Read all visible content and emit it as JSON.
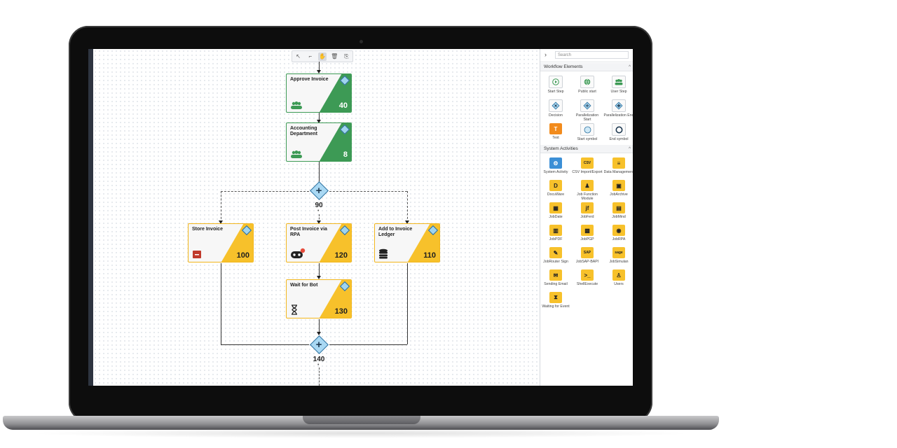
{
  "toolbar": {
    "tools": [
      "select-tool",
      "connect-tool",
      "pan-tool",
      "delete-tool",
      "export-tool"
    ]
  },
  "workflow": {
    "approve": {
      "title": "Approve Invoice",
      "number": "40"
    },
    "accounting": {
      "title": "Accounting Department",
      "number": "8"
    },
    "parallel_start": {
      "label": "90"
    },
    "store": {
      "title": "Store Invoice",
      "number": "100"
    },
    "rpa": {
      "title": "Post Invoice via RPA",
      "number": "120"
    },
    "ledger": {
      "title": "Add to Invoice Ledger",
      "number": "110"
    },
    "wait": {
      "title": "Wait for Bot",
      "number": "130"
    },
    "parallel_end": {
      "label": "140"
    }
  },
  "panel": {
    "search_placeholder": "Search",
    "workflow_elements_title": "Workflow Elements",
    "system_activities_title": "System Activities",
    "workflow_elements": [
      {
        "label": "Start Step",
        "icon": "play-icon"
      },
      {
        "label": "Public start",
        "icon": "globe-icon"
      },
      {
        "label": "User Step",
        "icon": "users-icon"
      },
      {
        "label": "Decision",
        "icon": "decision-icon"
      },
      {
        "label": "Parallelization Start",
        "icon": "parallel-start-icon"
      },
      {
        "label": "Parallelization End",
        "icon": "parallel-end-icon"
      },
      {
        "label": "Text",
        "icon": "text-icon"
      },
      {
        "label": "Start symbol",
        "icon": "start-circle-icon"
      },
      {
        "label": "End symbol",
        "icon": "end-circle-icon"
      }
    ],
    "system_activities": [
      {
        "label": "System Activity",
        "glyph": "⚙"
      },
      {
        "label": "CSV Import/Export",
        "glyph": "CSV"
      },
      {
        "label": "Data Management",
        "glyph": "≡"
      },
      {
        "label": "DocuWare",
        "glyph": "D"
      },
      {
        "label": "Job Function Module",
        "glyph": "♟"
      },
      {
        "label": "JobArchive",
        "glyph": "▣"
      },
      {
        "label": "JobDate",
        "glyph": "▦"
      },
      {
        "label": "JobFerd",
        "glyph": "jf"
      },
      {
        "label": "JobMind",
        "glyph": "▤"
      },
      {
        "label": "JobPDF",
        "glyph": "▥"
      },
      {
        "label": "JobPGP",
        "glyph": "▩"
      },
      {
        "label": "JobRPA",
        "glyph": "◉"
      },
      {
        "label": "JobRouter Sign",
        "glyph": "✎"
      },
      {
        "label": "JobSAP-BAPI",
        "glyph": "SAP"
      },
      {
        "label": "JobSimulan",
        "glyph": "sage"
      },
      {
        "label": "Sending Email",
        "glyph": "✉"
      },
      {
        "label": "ShellExecute",
        "glyph": ">_"
      },
      {
        "label": "Users",
        "glyph": "♙"
      },
      {
        "label": "Waiting for Event",
        "glyph": "⧗"
      }
    ]
  }
}
